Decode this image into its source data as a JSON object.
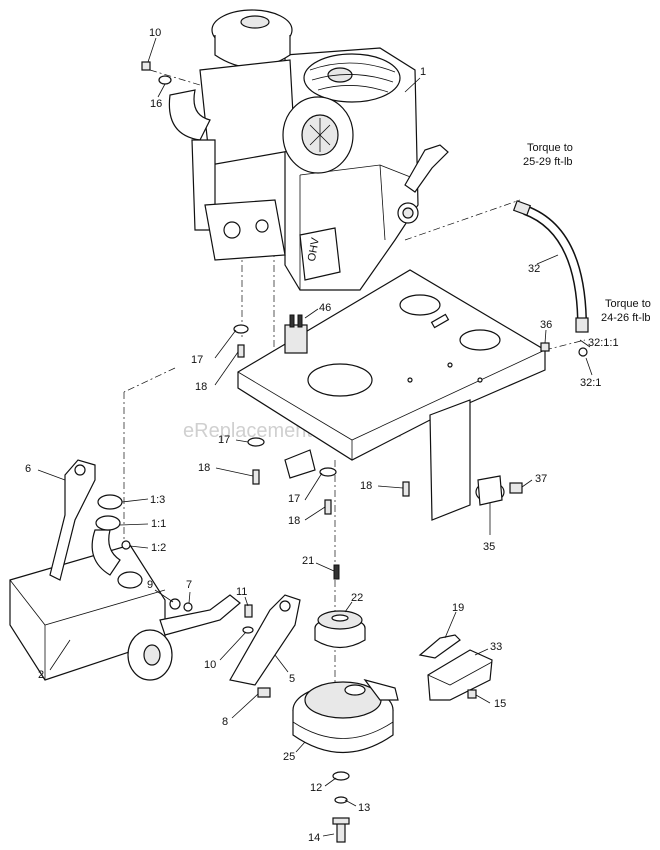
{
  "watermark": "eReplacementParts.com",
  "notes": {
    "torque_upper": [
      "Torque to",
      "25-29 ft-lb"
    ],
    "torque_lower": [
      "Torque to",
      "24-26 ft-lb"
    ]
  },
  "callouts": {
    "c1": "1",
    "c10a": "10",
    "c16": "16",
    "c32": "32",
    "c46": "46",
    "c36": "36",
    "c17a": "17",
    "c18a": "18",
    "c321": "32:1:1",
    "c32b": "32:1",
    "c17b": "17",
    "c18b": "18",
    "c6": "6",
    "c13": "1:3",
    "c11b": "1:1",
    "c12b": "1:2",
    "c17c": "17",
    "c18c": "18",
    "c18d": "18",
    "c37": "37",
    "c35": "35",
    "c21": "21",
    "c9": "9",
    "c7": "7",
    "c11": "11",
    "c22": "22",
    "c19": "19",
    "c2": "2",
    "c10b": "10",
    "c5": "5",
    "c33": "33",
    "c15": "15",
    "c8": "8",
    "c25": "25",
    "c12": "12",
    "c13b": "13",
    "c14": "14"
  }
}
